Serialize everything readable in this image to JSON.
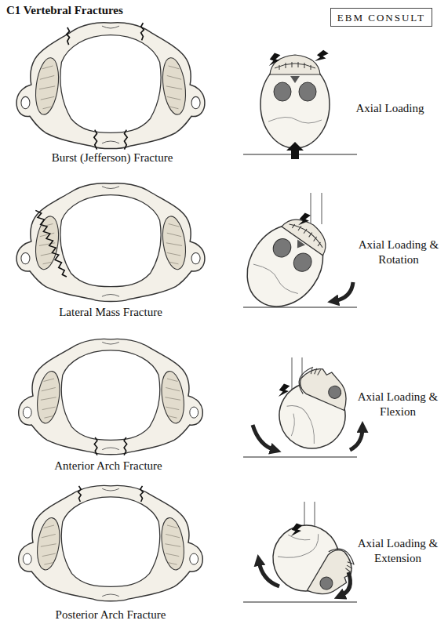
{
  "diagram": {
    "title": "C1 Vertebral Fractures",
    "nodes": [
      {
        "text": [
          "EBM CONSULT"
        ]
      }
    ],
    "labels": [
      "Burst (Jefferson) Fracture",
      "Axial Loading",
      "Lateral Mass Fracture",
      "Axial Loading & Rotation",
      "Anterior Arch Fracture",
      "Axial Loading & Flexion",
      "Posterior Arch Fracture",
      "Axial Loading & Extension"
    ]
  }
}
